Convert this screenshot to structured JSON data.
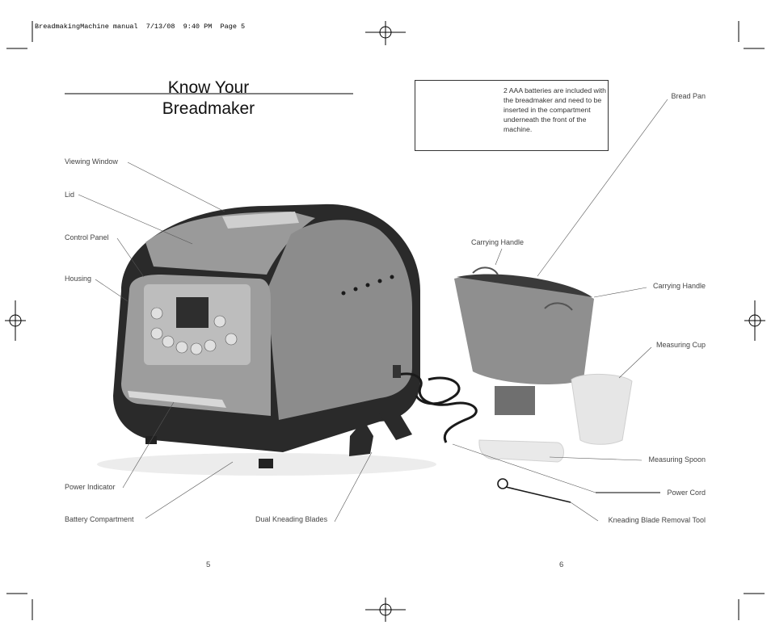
{
  "header_slug": "BreadmakingMachine manual  7/13/08  9:40 PM  Page 5",
  "title": {
    "line1": "Know Your",
    "line2": "Breadmaker"
  },
  "battery_note": "2 AAA batteries are included with the breadmaker and need to be inserted in the compartment underneath the front of the machine.",
  "labels": {
    "viewing_window": "Viewing Window",
    "lid": "Lid",
    "control_panel": "Control Panel",
    "housing": "Housing",
    "power_indicator": "Power Indicator",
    "battery_compartment": "Battery Compartment",
    "dual_kneading_blades": "Dual Kneading Blades",
    "bread_pan": "Bread Pan",
    "carrying_handle_top": "Carrying Handle",
    "carrying_handle_right": "Carrying Handle",
    "measuring_cup": "Measuring Cup",
    "measuring_spoon": "Measuring Spoon",
    "power_cord": "Power Cord",
    "kneading_blade_removal_tool": "Kneading Blade Removal Tool"
  },
  "page_numbers": {
    "left": "5",
    "right": "6"
  }
}
